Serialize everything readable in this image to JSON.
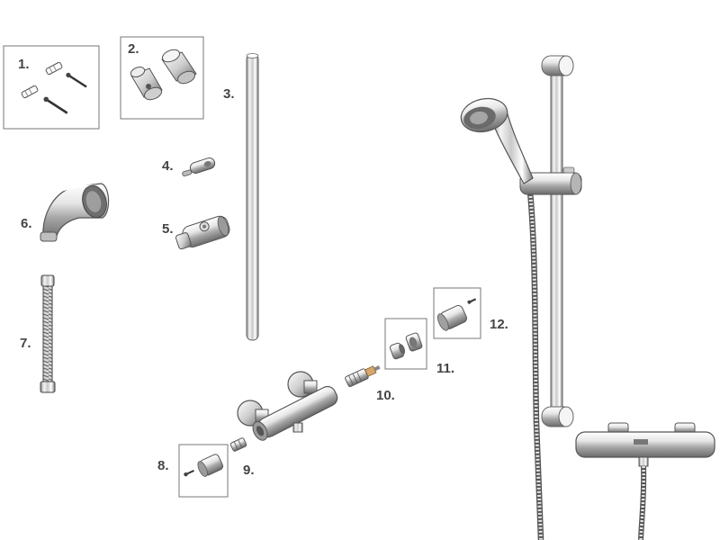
{
  "labels": {
    "p1": "1.",
    "p2": "2.",
    "p3": "3.",
    "p4": "4.",
    "p5": "5.",
    "p6": "6.",
    "p7": "7.",
    "p8": "8.",
    "p9": "9.",
    "p10": "10.",
    "p11": "11.",
    "p12": "12."
  },
  "colors": {
    "chrome_light": "#f2f2f2",
    "chrome_mid": "#bdbdbd",
    "chrome_dark": "#6e6e6e",
    "outline": "#555555",
    "label_text": "#444444"
  }
}
